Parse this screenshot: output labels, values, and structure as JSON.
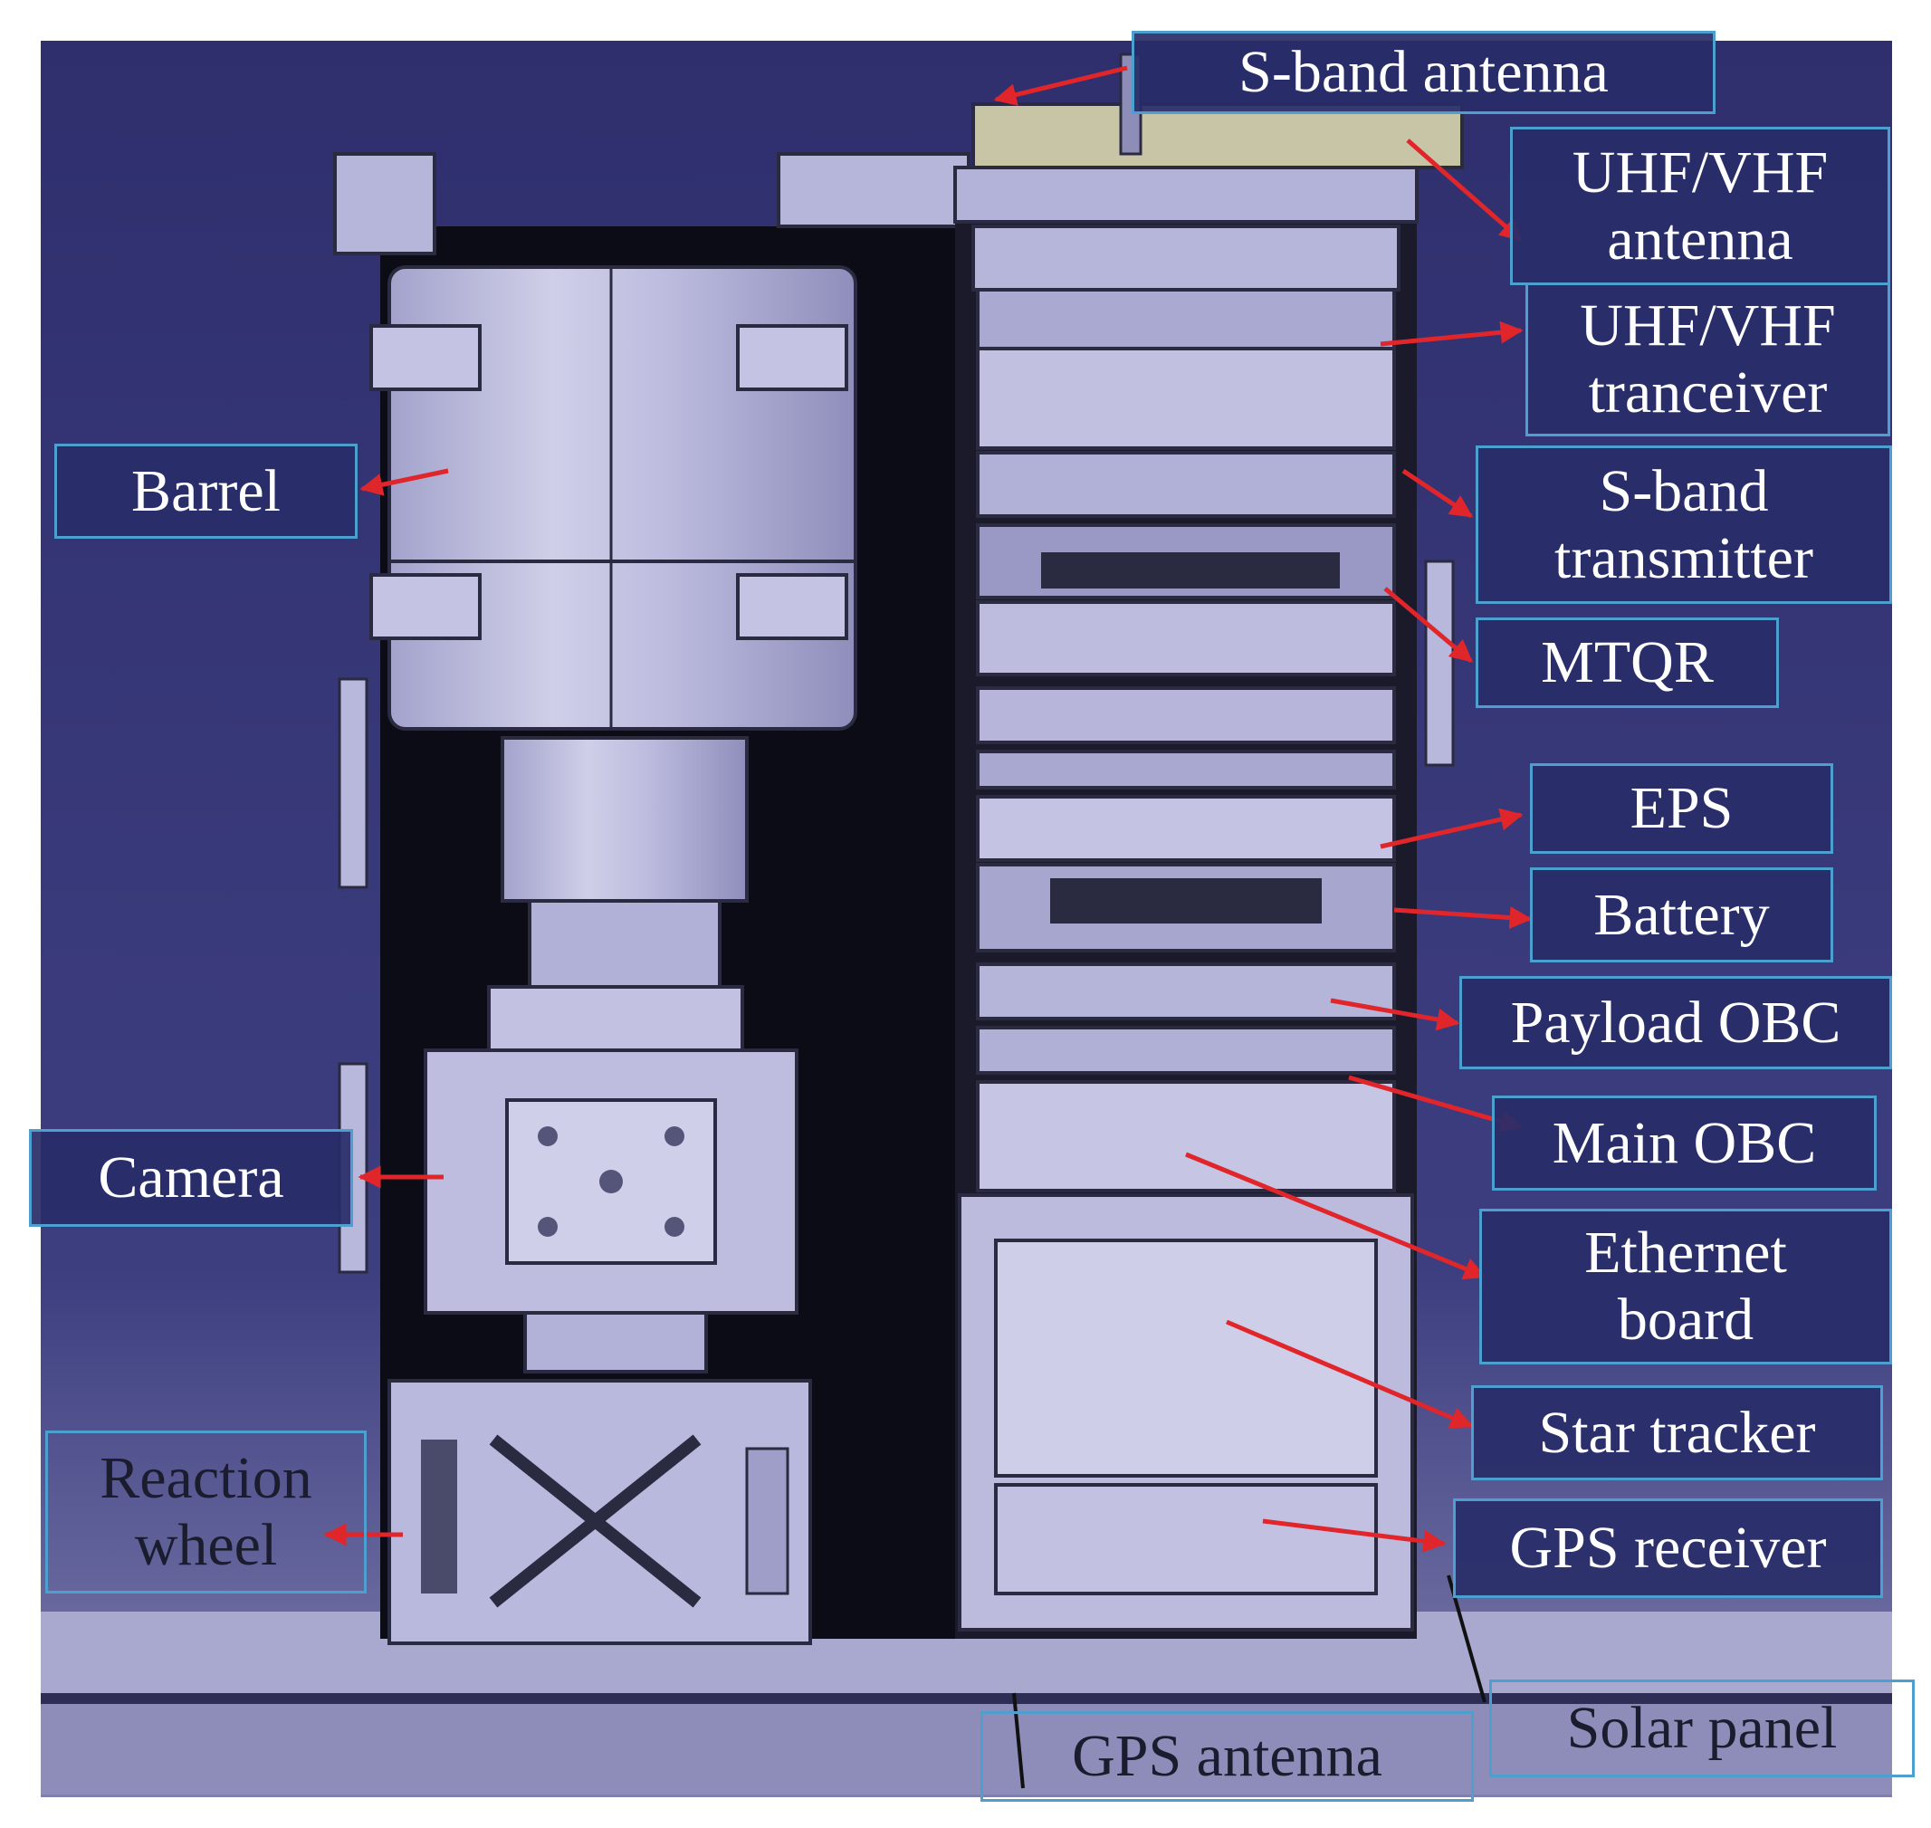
{
  "colors": {
    "background": "#38397a",
    "structure": "#b3b2d8",
    "label_fill": "#2b2e6a",
    "label_border": "#4d9fd0",
    "leader_arrow": "#e0262a"
  },
  "labels": {
    "s_band_antenna": "S-band antenna",
    "uhf_vhf_antenna_1": "UHF/VHF",
    "uhf_vhf_antenna_2": "antenna",
    "uhf_vhf_tranceiver_1": "UHF/VHF",
    "uhf_vhf_tranceiver_2": "tranceiver",
    "s_band_transmitter_1": "S-band",
    "s_band_transmitter_2": "transmitter",
    "mtqr": "MTQR",
    "eps": "EPS",
    "battery": "Battery",
    "payload_obc": "Payload OBC",
    "main_obc": "Main OBC",
    "ethernet_board_1": "Ethernet",
    "ethernet_board_2": "board",
    "star_tracker": "Star tracker",
    "gps_receiver": "GPS receiver",
    "solar_panel": "Solar panel",
    "gps_antenna": "GPS antenna",
    "barrel": "Barrel",
    "camera": "Camera",
    "reaction_wheel_1": "Reaction",
    "reaction_wheel_2": "wheel"
  }
}
